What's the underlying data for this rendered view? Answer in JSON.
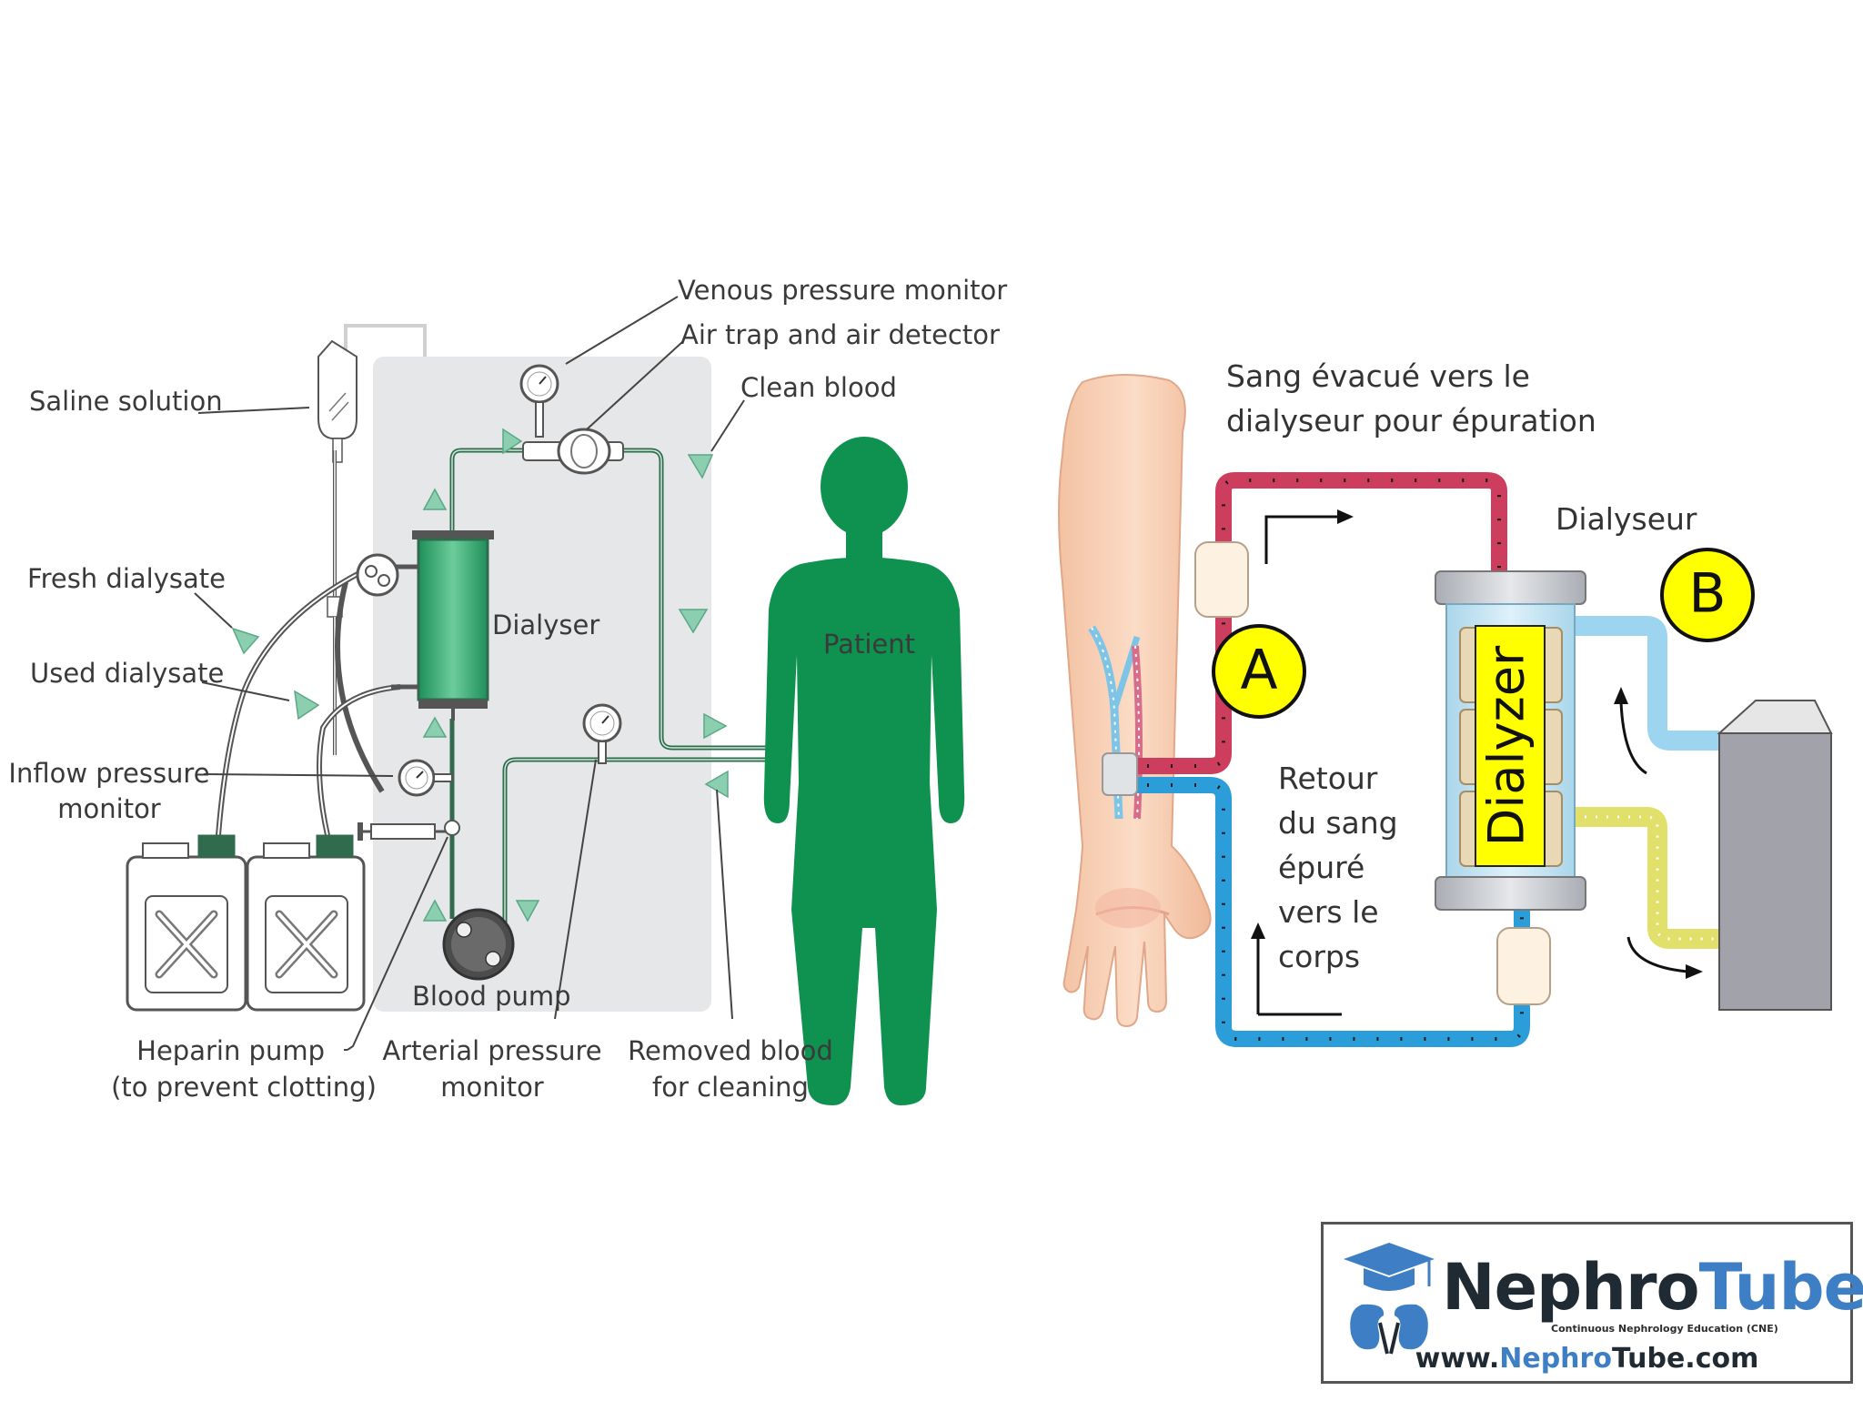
{
  "left_diagram": {
    "labels": {
      "venous_pressure_monitor": "Venous pressure monitor",
      "air_trap": "Air trap and air detector",
      "clean_blood": "Clean blood",
      "saline_solution": "Saline solution",
      "fresh_dialysate": "Fresh dialysate",
      "used_dialysate": "Used dialysate",
      "inflow_pressure_line1": "Inflow pressure",
      "inflow_pressure_line2": "monitor",
      "dialyser": "Dialyser",
      "patient": "Patient",
      "blood_pump": "Blood pump",
      "heparin_line1": "Heparin pump",
      "heparin_line2": "(to prevent clotting)",
      "arterial_line1": "Arterial pressure",
      "arterial_line2": "monitor",
      "removed_line1": "Removed blood",
      "removed_line2": "for cleaning"
    }
  },
  "right_diagram": {
    "labels": {
      "sang_line1": "Sang évacué vers le",
      "sang_line2": "dialyseur pour épuration",
      "dialyseur": "Dialyseur",
      "marker_a": "A",
      "marker_b": "B",
      "dialyzer": "Dialyzer",
      "retour_line1": "Retour",
      "retour_line2": "du sang",
      "retour_line3": "épuré",
      "retour_line4": "vers le",
      "retour_line5": "corps"
    }
  },
  "logo": {
    "name_part1": "Nephro",
    "name_part2": "Tube",
    "tagline": "Continuous Nephrology Education (CNE)",
    "url_part1": "www.",
    "url_part2": "Nephro",
    "url_part3": "Tube.com"
  },
  "colors": {
    "machine_bg": "#e6e7e9",
    "tube_green": "#2f6b4c",
    "patient_green": "#0f9150",
    "arrow_green": "#8ccfb0",
    "red_tube": "#cc3d5e",
    "blue_tube": "#2b9ed9",
    "marker_yellow": "#ffff00",
    "logo_blue": "#3d7ec4"
  }
}
